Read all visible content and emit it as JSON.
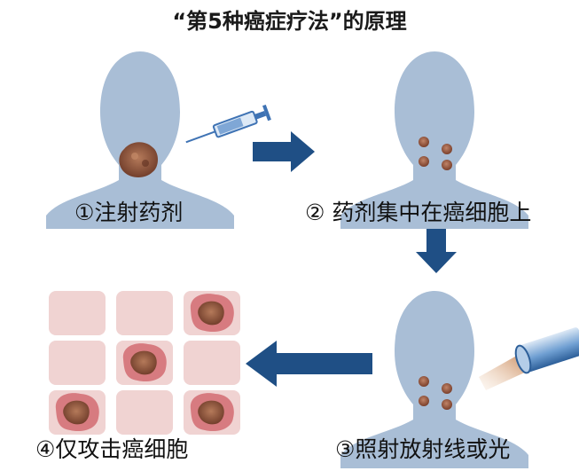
{
  "title": "“第5种癌症疗法”的原理",
  "steps": [
    {
      "label": "①注射药剂"
    },
    {
      "label": "② 药剂集中在癌细胞上"
    },
    {
      "label": "③照射放射线或光"
    },
    {
      "label": "④仅攻击癌细胞"
    }
  ],
  "colors": {
    "silhouette": "#a9bed6",
    "arrow": "#1f4f85",
    "tumor": "#8a4a34",
    "cell": "#f0d3d2",
    "cell_infected": "#d77b80",
    "syringe": "#3f73b4",
    "light_device": "#4d7fb8"
  },
  "cell_grid": {
    "rows": 3,
    "cols": 3,
    "tumor_cells": [
      [
        0,
        2
      ],
      [
        1,
        1
      ],
      [
        2,
        0
      ],
      [
        2,
        2
      ]
    ]
  }
}
